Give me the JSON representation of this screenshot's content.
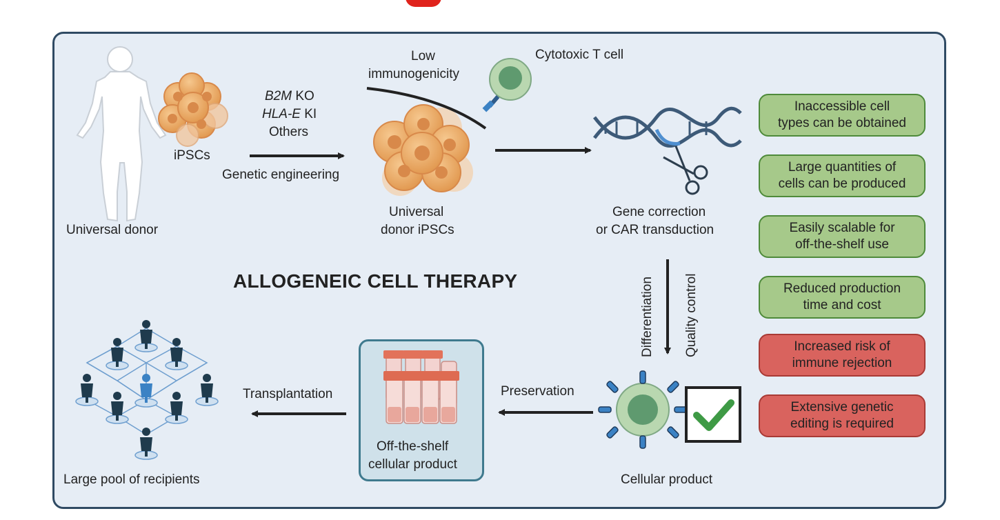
{
  "title": "ALLOGENEIC CELL THERAPY",
  "labels": {
    "universal_donor": "Universal donor",
    "ipscs": "iPSCs",
    "edit_b2m_gene": "B2M",
    "edit_b2m_suffix": "KO",
    "edit_hla_gene": "HLA-E",
    "edit_hla_suffix": "KI",
    "edit_others": "Others",
    "genetic_engineering": "Genetic engineering",
    "low_immunogenicity_1": "Low",
    "low_immunogenicity_2": "immunogenicity",
    "cytotoxic_t_cell": "Cytotoxic T cell",
    "universal_donor_ipscs_1": "Universal",
    "universal_donor_ipscs_2": "donor iPSCs",
    "gene_correction_1": "Gene correction",
    "gene_correction_2": "or CAR transduction",
    "differentiation": "Differentiation",
    "quality_control": "Quality control",
    "cellular_product": "Cellular product",
    "preservation": "Preservation",
    "off_the_shelf_1": "Off-the-shelf",
    "off_the_shelf_2": "cellular product",
    "transplantation": "Transplantation",
    "large_pool": "Large pool of recipients"
  },
  "advantages": [
    {
      "line1": "Inaccessible cell",
      "line2": "types can be obtained"
    },
    {
      "line1": "Large quantities of",
      "line2": "cells can be produced"
    },
    {
      "line1": "Easily scalable for",
      "line2": "off-the-shelf use"
    },
    {
      "line1": "Reduced production",
      "line2": "time and cost"
    }
  ],
  "disadvantages": [
    {
      "line1": "Increased risk of",
      "line2": "immune rejection"
    },
    {
      "line1": "Extensive genetic",
      "line2": "editing is required"
    }
  ],
  "colors": {
    "panel_bg": "#e6edf5",
    "panel_border": "#2f4a63",
    "advantage_fill": "#a6c98a",
    "disadvantage_fill": "#d9635e",
    "cell_orange": "#e8a35c",
    "person_highlight": "#3b82c4",
    "person_default": "#1f3b4d",
    "check_green": "#3e9a45"
  }
}
